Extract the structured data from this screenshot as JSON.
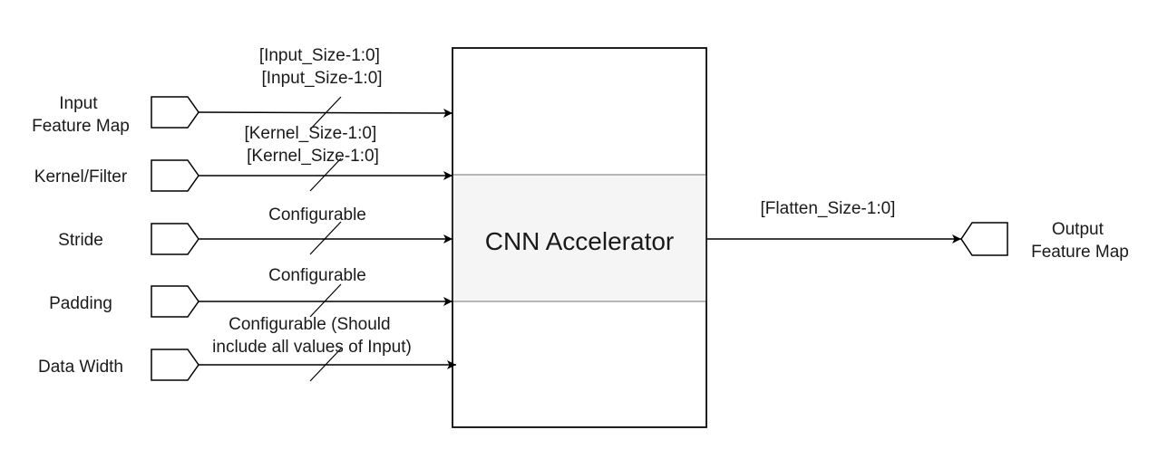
{
  "block": {
    "title": "CNN Accelerator",
    "fill_color": "#f5f5f5",
    "stroke_color": "#000000",
    "divider_color": "#888888"
  },
  "inputs": [
    {
      "port": "Input\nFeature Map",
      "bus": "[Input_Size-1:0]\n[Input_Size-1:0]"
    },
    {
      "port": "Kernel/Filter",
      "bus": "[Kernel_Size-1:0]\n[Kernel_Size-1:0]"
    },
    {
      "port": "Stride",
      "bus": "Configurable"
    },
    {
      "port": "Padding",
      "bus": "Configurable"
    },
    {
      "port": "Data Width",
      "bus": "Configurable (Should\ninclude all values of Input)"
    }
  ],
  "output": {
    "port": "Output\nFeature Map",
    "bus": "[Flatten_Size-1:0]"
  }
}
